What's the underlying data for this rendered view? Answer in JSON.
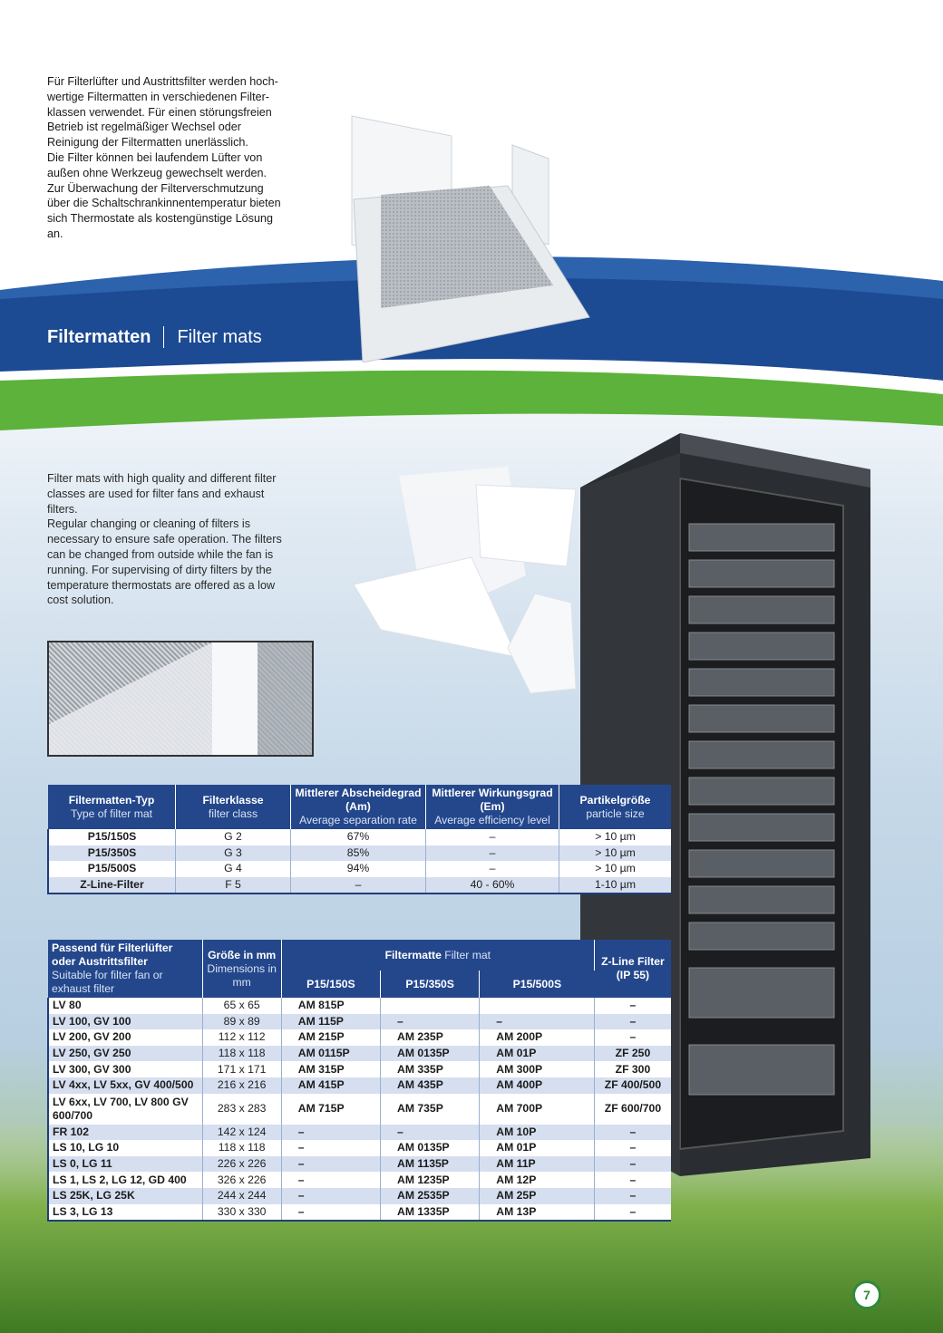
{
  "intro_de": [
    "Für Filterlüfter und Austrittsfilter werden hoch-",
    "wertige Filtermatten in verschiedenen Filter-",
    "klassen verwendet. Für einen störungsfreien",
    "Betrieb ist regelmäßiger Wechsel oder",
    "Reinigung der Filtermatten unerlässlich.",
    "Die Filter können bei laufendem Lüfter von",
    "außen ohne Werkzeug gewechselt werden.",
    "Zur Überwachung der Filterverschmutzung",
    "über die Schaltschrankinnentemperatur bieten",
    "sich Thermostate als kostengünstige Lösung",
    "an."
  ],
  "section": {
    "title_de": "Filtermatten",
    "title_en": "Filter mats"
  },
  "intro_en": [
    "Filter mats with high quality and different filter",
    "classes are used for filter fans and exhaust",
    "filters.",
    "Regular changing or cleaning of filters is",
    "necessary to ensure safe operation. The filters",
    "can be changed from outside while the fan is",
    "running. For supervising of dirty filters by the",
    "temperature thermostats are offered as a low",
    "cost solution."
  ],
  "table1": {
    "headers": [
      {
        "de": "Filtermatten-Typ",
        "en": "Type of filter mat"
      },
      {
        "de": "Filterklasse",
        "en": "filter class"
      },
      {
        "de": "Mittlerer Abscheidegrad (Am)",
        "en": "Average separation rate"
      },
      {
        "de": "Mittlerer Wirkungsgrad (Em)",
        "en": "Average efficiency level"
      },
      {
        "de": "Partikelgröße",
        "en": "particle size"
      }
    ],
    "rows": [
      [
        "P15/150S",
        "G 2",
        "67%",
        "–",
        "> 10 µm"
      ],
      [
        "P15/350S",
        "G 3",
        "85%",
        "–",
        "> 10 µm"
      ],
      [
        "P15/500S",
        "G 4",
        "94%",
        "–",
        "> 10 µm"
      ],
      [
        "Z-Line-Filter",
        "F 5",
        "–",
        "40 - 60%",
        "1-10 µm"
      ]
    ]
  },
  "table2": {
    "header_fit_de": "Passend für Filterlüfter oder Austrittsfilter",
    "header_fit_en": "Suitable for filter fan or exhaust filter",
    "header_size_de": "Größe in mm",
    "header_size_en": "Dimensions in mm",
    "header_mat_de": "Filtermatte",
    "header_mat_en": "Filter mat",
    "header_z": "Z-Line Filter (IP 55)",
    "mat_cols": [
      "P15/150S",
      "P15/350S",
      "P15/500S"
    ],
    "rows": [
      [
        "LV 80",
        "65 x 65",
        "AM 815P",
        "",
        "",
        "–"
      ],
      [
        "LV 100, GV 100",
        "89 x 89",
        "AM 115P",
        "–",
        "–",
        "–"
      ],
      [
        "LV 200, GV 200",
        "112 x 112",
        "AM 215P",
        "AM 235P",
        "AM 200P",
        "–"
      ],
      [
        "LV 250, GV 250",
        "118 x 118",
        "AM 0115P",
        "AM 0135P",
        "AM 01P",
        "ZF 250"
      ],
      [
        "LV 300, GV 300",
        "171 x 171",
        "AM 315P",
        "AM 335P",
        "AM 300P",
        "ZF 300"
      ],
      [
        "LV 4xx, LV 5xx, GV 400/500",
        "216 x 216",
        "AM 415P",
        "AM 435P",
        "AM 400P",
        "ZF 400/500"
      ],
      [
        "LV 6xx, LV 700, LV 800 GV 600/700",
        "283 x 283",
        "AM 715P",
        "AM 735P",
        "AM 700P",
        "ZF 600/700"
      ],
      [
        "FR 102",
        "142 x 124",
        "–",
        "–",
        "AM 10P",
        "–"
      ],
      [
        "LS 10, LG 10",
        "118 x 118",
        "–",
        "AM 0135P",
        "AM 01P",
        "–"
      ],
      [
        "LS 0, LG 11",
        "226 x 226",
        "–",
        "AM 1135P",
        "AM 11P",
        "–"
      ],
      [
        "LS 1, LS 2, LG 12, GD 400",
        "326 x 226",
        "–",
        "AM 1235P",
        "AM 12P",
        "–"
      ],
      [
        "LS 25K, LG 25K",
        "244 x 244",
        "–",
        "AM 2535P",
        "AM 25P",
        "–"
      ],
      [
        "LS 3, LG 13",
        "330 x 330",
        "–",
        "AM 1335P",
        "AM 13P",
        "–"
      ]
    ]
  },
  "page_number": "7",
  "colors": {
    "navy": "#24478c",
    "wave_blue": "#1f4f97",
    "wave_green": "#5cb23a",
    "row_alt": "#d6dff0"
  }
}
